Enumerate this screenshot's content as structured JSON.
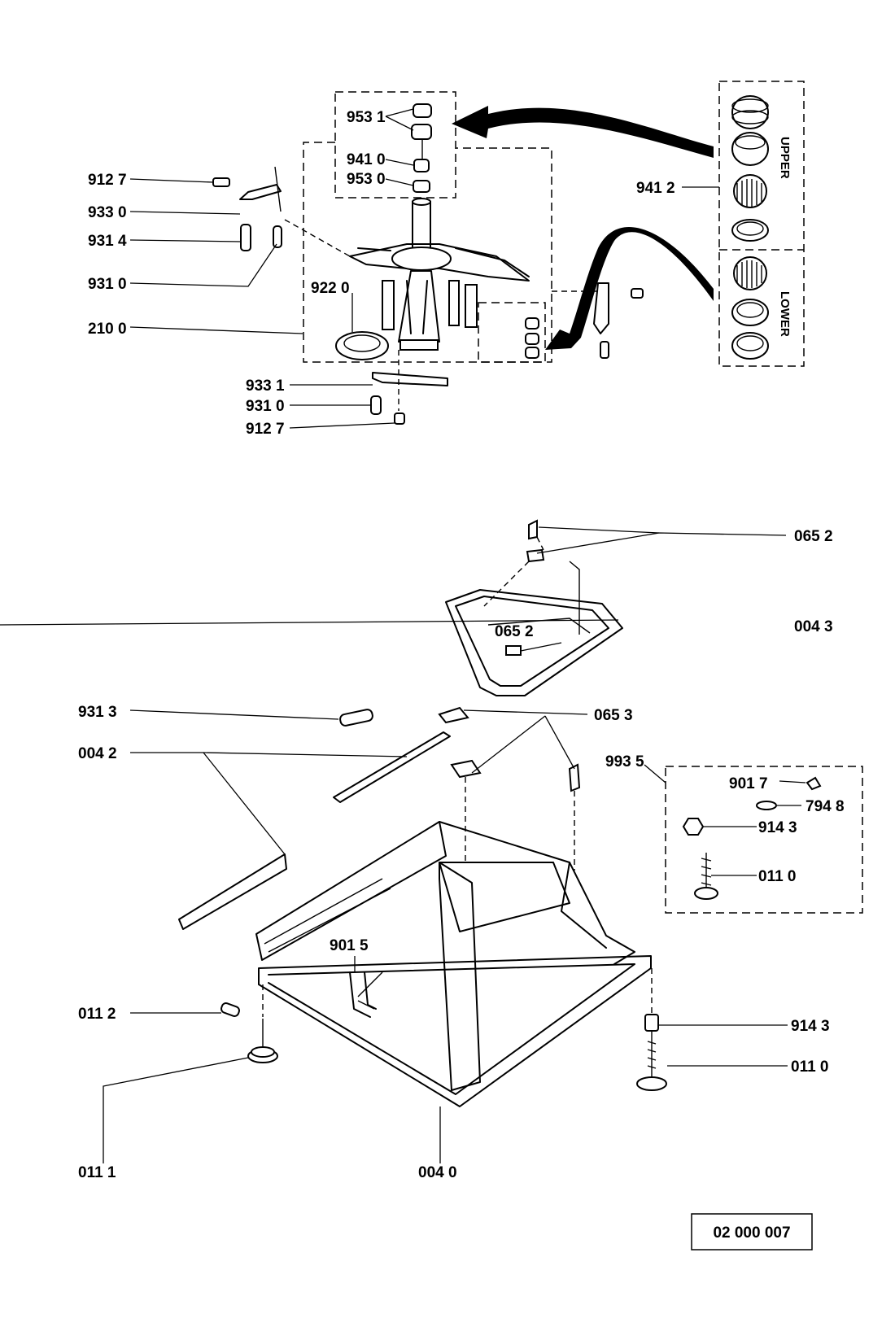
{
  "labels": {
    "p9531": "953 1",
    "p9410": "941 0",
    "p9530": "953 0",
    "p9127a": "912 7",
    "p9330": "933 0",
    "p9314": "931 4",
    "p9310a": "931 0",
    "p9220": "922 0",
    "p2100": "210 0",
    "p9331": "933 1",
    "p9310b": "931 0",
    "p9127b": "912 7",
    "p9412": "941 2",
    "upper": "UPPER",
    "lower": "LOWER",
    "p0652a": "065 2",
    "p0652b": "065 2",
    "p0043": "004 3",
    "p9313": "931 3",
    "p0042": "004 2",
    "p0653": "065 3",
    "p9935": "993 5",
    "p9017": "901 7",
    "p7948": "794 8",
    "p9143a": "914 3",
    "p0110a": "011 0",
    "p9015": "901 5",
    "p0112": "011 2",
    "p9143b": "914 3",
    "p0110b": "011 0",
    "p0111": "011 1",
    "p0040": "004 0"
  },
  "reference_number": "02 000 007"
}
